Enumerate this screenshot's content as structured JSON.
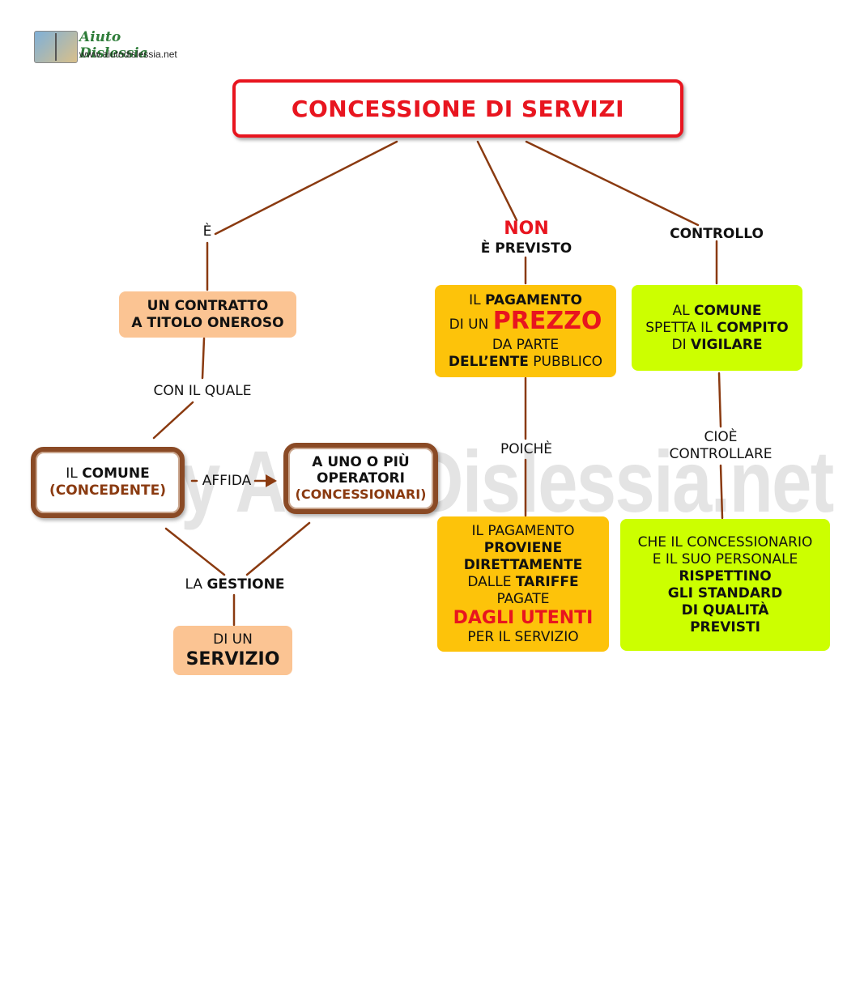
{
  "header": {
    "logo_title": "Aiuto Dislessia",
    "logo_url": "www.aiutodislessia.net",
    "watermark": "By AiutoDislessia.net"
  },
  "title": "CONCESSIONE DI SERVIZI",
  "branches": {
    "left": {
      "link_e": "È",
      "contract_line1": "UN CONTRATTO",
      "contract_line2": "A TITOLO ONEROSO",
      "link_con_il_quale": "CON IL QUALE",
      "comune_prefix": "IL ",
      "comune_bold": "COMUNE",
      "comune_role": "(CONCEDENTE)",
      "affida": "AFFIDA",
      "operatori_line1": "A UNO O PIÙ",
      "operatori_line2": "OPERATORI",
      "operatori_role": "(CONCESSIONARI)",
      "gestione_prefix": "LA ",
      "gestione_bold": "GESTIONE",
      "servizio_line1": "DI UN",
      "servizio_line2": "SERVIZIO"
    },
    "middle": {
      "non": "NON",
      "e_previsto": "È PREVISTO",
      "pag_line1_prefix": "IL ",
      "pag_line1_bold": "PAGAMENTO",
      "pag_line2_prefix": "DI UN ",
      "pag_line2_big": "PREZZO",
      "pag_line3": "DA PARTE",
      "pag_line4_bold": "DELL’ENTE",
      "pag_line4_suffix": " PUBBLICO",
      "poiche": "POICHÈ",
      "prov_line1": "IL PAGAMENTO",
      "prov_line2": "PROVIENE",
      "prov_line3": "DIRETTAMENTE",
      "prov_line4_prefix": "DALLE ",
      "prov_line4_bold": "TARIFFE",
      "prov_line5": "PAGATE",
      "prov_line6": "DAGLI UTENTI",
      "prov_line7": "PER IL SERVIZIO"
    },
    "right": {
      "controllo": "CONTROLLO",
      "vig_line1_prefix": "AL ",
      "vig_line1_bold": "COMUNE",
      "vig_line2_prefix": "SPETTA IL ",
      "vig_line2_bold": "COMPITO",
      "vig_line3_prefix": "DI ",
      "vig_line3_bold": "VIGILARE",
      "cioe_line1": "CIOÈ",
      "cioe_line2": "CONTROLLARE",
      "std_line1": "CHE IL CONCESSIONARIO",
      "std_line2": "E IL SUO PERSONALE",
      "std_line3": "RISPETTINO",
      "std_line4": "GLI STANDARD",
      "std_line5": "DI QUALITÀ",
      "std_line6": "PREVISTI"
    }
  },
  "colors": {
    "title_red": "#e8151f",
    "connector": "#8a3a10",
    "peach": "#fbc493",
    "orange": "#fdc30a",
    "lime": "#ccff00"
  }
}
